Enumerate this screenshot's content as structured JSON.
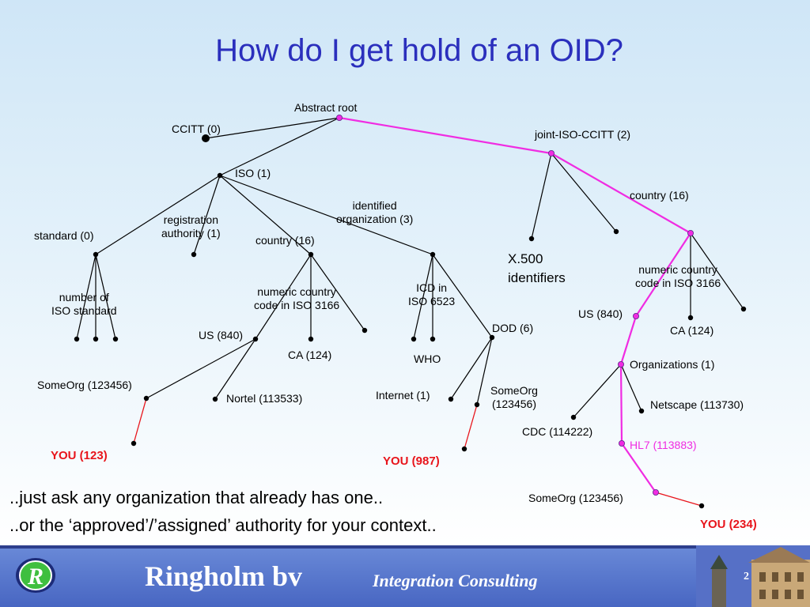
{
  "slide": {
    "title": "How do I get hold of an OID?",
    "notes": [
      "..just ask any organization that already has one..",
      "..or the ‘approved’/’assigned’ authority for your context.."
    ]
  },
  "tree": {
    "abstract_root": "Abstract root",
    "ccitt": "CCITT (0)",
    "joint_iso_ccitt": "joint-ISO-CCITT (2)",
    "iso": "ISO (1)",
    "standard": "standard (0)",
    "registration_authority": "registration\nauthority (1)",
    "country_iso": "country (16)",
    "identified_org": "identified\norganization (3)",
    "number_of_iso_standard": "number of\nISO standard",
    "numeric_country_code_iso": "numeric country\ncode in ISO 3166",
    "icd": "ICD in\nISO 6523",
    "dod": "DOD (6)",
    "us_iso": "US (840)",
    "ca_iso": "CA (124)",
    "who": "WHO",
    "someorg_us": "SomeOrg (123456)",
    "nortel": "Nortel (113533)",
    "internet": "Internet (1)",
    "someorg_dod": "SomeOrg\n(123456)",
    "you_123": "YOU (123)",
    "you_987": "YOU (987)",
    "x500": "X.500\nidentifiers",
    "country_joint": "country (16)",
    "numeric_country_code_joint": "numeric country\ncode in ISO 3166",
    "us_joint": "US (840)",
    "ca_joint": "CA (124)",
    "organizations": "Organizations (1)",
    "netscape": "Netscape (113730)",
    "cdc": "CDC (114222)",
    "hl7": "HL7 (113883)",
    "someorg_hl7": "SomeOrg (123456)",
    "you_234": "YOU (234)"
  },
  "colors": {
    "title": "#2b2fbd",
    "highlight_path": "#f02ce2",
    "you_link": "#e8141b"
  },
  "footer": {
    "logo_letter": "R",
    "company": "Ringholm bv",
    "tagline": "Integration Consulting",
    "page_number": "2"
  }
}
